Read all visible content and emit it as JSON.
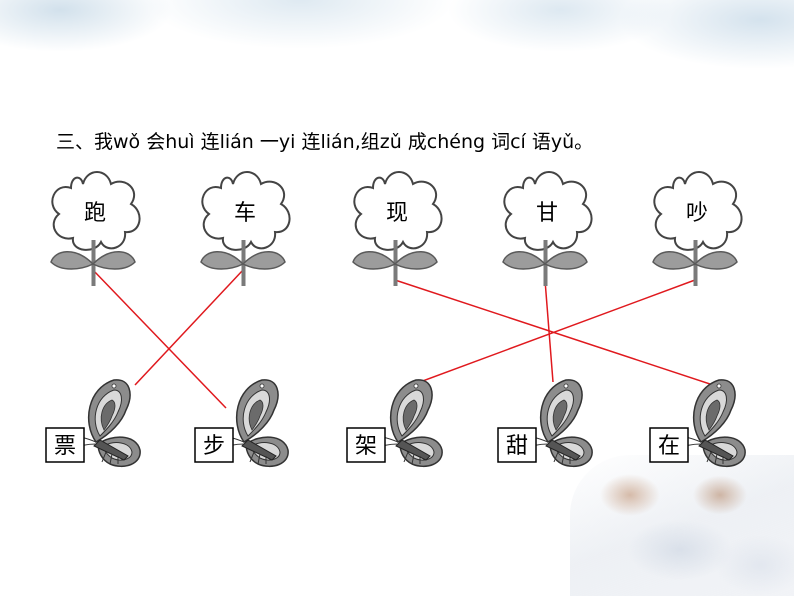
{
  "instruction": "三、我wǒ 会huì 连lián 一yi 连lián,组zǔ 成chéng 词cí 语yǔ。",
  "flowers": [
    "跑",
    "车",
    "现",
    "甘",
    "吵"
  ],
  "butterflies": [
    "票",
    "步",
    "架",
    "甜",
    "在"
  ],
  "connections": [
    {
      "flower": "跑",
      "butterfly": "步"
    },
    {
      "flower": "车",
      "butterfly": "票"
    },
    {
      "flower": "现",
      "butterfly": "在"
    },
    {
      "flower": "甘",
      "butterfly": "甜"
    },
    {
      "flower": "吵",
      "butterfly": "架"
    }
  ],
  "colors": {
    "line": "#e0191e",
    "flower_fill": "#ffffff",
    "stem": "#7a7a7a",
    "leaf": "#9c9c9c",
    "wing_light": "#d9d9d9",
    "wing_dark": "#6b6b6b"
  },
  "icons": {
    "flower": "flower-icon",
    "butterfly": "butterfly-icon"
  }
}
